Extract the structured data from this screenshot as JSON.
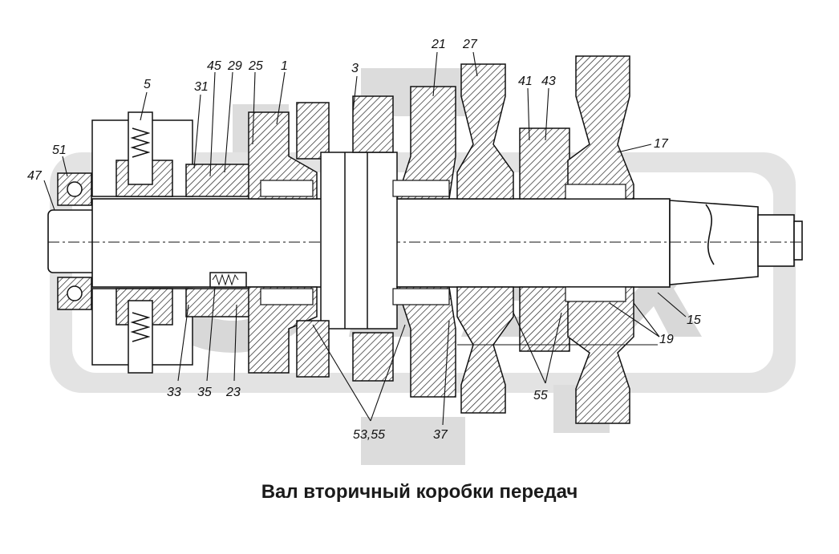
{
  "caption": "Вал вторичный коробки передач",
  "watermark": {
    "color": "#cfcfcf",
    "logo_text": "OPEX"
  },
  "colors": {
    "line": "#111111",
    "hatch": "#222222",
    "paper": "#ffffff"
  },
  "callouts": {
    "p5": "5",
    "p31": "31",
    "p45": "45",
    "p29": "29",
    "p25": "25",
    "p1": "1",
    "p3": "3",
    "p21": "21",
    "p27": "27",
    "p41": "41",
    "p43": "43",
    "p17": "17",
    "p51": "51",
    "p47": "47",
    "p15": "15",
    "p19": "19",
    "p55": "55",
    "p37": "37",
    "p5355": "53,55",
    "p33": "33",
    "p35": "35",
    "p23": "23"
  }
}
